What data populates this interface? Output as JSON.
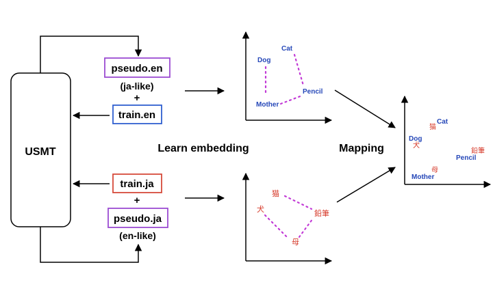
{
  "usmt_label": "USMT",
  "boxes": {
    "pseudo_en": {
      "label": "pseudo.en",
      "color": "#9b4bd1"
    },
    "ja_like": "(ja-like)",
    "plus_top": "+",
    "train_en": {
      "label": "train.en",
      "color": "#2f5fd0"
    },
    "train_ja": {
      "label": "train.ja",
      "color": "#d64a3a"
    },
    "plus_bottom": "+",
    "pseudo_ja": {
      "label": "pseudo.ja",
      "color": "#9b4bd1"
    },
    "en_like": "(en-like)"
  },
  "learn_embedding_label": "Learn embedding",
  "mapping_label": "Mapping",
  "english_space": {
    "cat": "Cat",
    "dog": "Dog",
    "pencil": "Pencil",
    "mother": "Mother",
    "color": "#2547b8"
  },
  "japanese_space": {
    "cat": "猫",
    "dog": "犬",
    "pencil": "鉛筆",
    "mother": "母",
    "color": "#d63a2a"
  },
  "mapped_space": {
    "cat_en": "Cat",
    "cat_ja": "猫",
    "dog_en": "Dog",
    "dog_ja": "犬",
    "pencil_en": "Pencil",
    "pencil_ja": "鉛筆",
    "mother_en": "Mother",
    "mother_ja": "母"
  },
  "dotted_color": "#c23ad6"
}
